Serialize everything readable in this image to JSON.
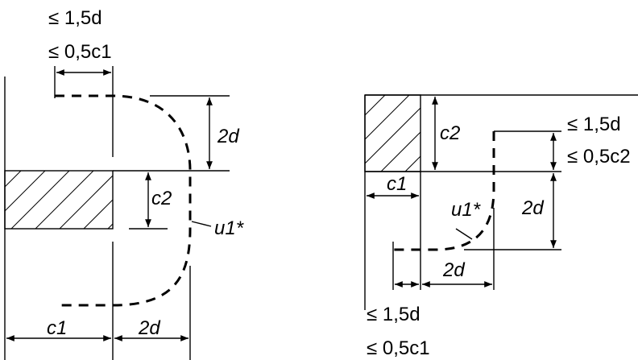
{
  "left_figure": {
    "limit_top": "≤ 1,5d",
    "limit_bottom": "≤ 0,5c1",
    "dim_2d_vertical": "2d",
    "dim_c2": "c2",
    "perimeter_label": "u1*",
    "dim_c1": "c1",
    "dim_2d_horizontal": "2d"
  },
  "right_figure": {
    "dim_c2": "c2",
    "limit_top": "≤ 1,5d",
    "limit_bottom": "≤ 0,5c2",
    "dim_c1": "c1",
    "dim_2d_vertical": "2d",
    "perimeter_label": "u1*",
    "dim_2d_horizontal": "2d",
    "limit_bottom_left_1": "≤ 1,5d",
    "limit_bottom_left_2": "≤ 0,5c1"
  }
}
